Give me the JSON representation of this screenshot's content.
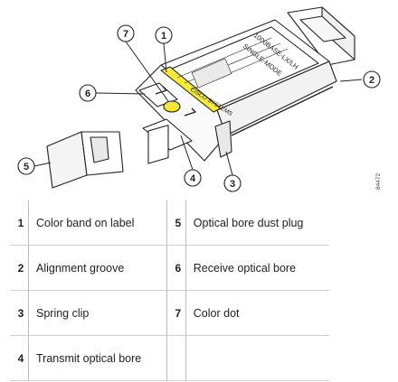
{
  "figure": {
    "callouts": [
      "1",
      "2",
      "3",
      "4",
      "5",
      "6",
      "7"
    ],
    "label_text_lines": [
      "1000BASE-LX/LH",
      "SINGLE-MODE",
      "CISCO SYSTEMS"
    ],
    "figure_id": "84472",
    "colors": {
      "color_band": "#f4ea3a",
      "color_dot": "#f5e63a",
      "line": "#222222",
      "body": "#ffffff"
    }
  },
  "legend": {
    "items": [
      {
        "num": "1",
        "label": "Color band on label"
      },
      {
        "num": "5",
        "label": "Optical bore dust plug"
      },
      {
        "num": "2",
        "label": "Alignment groove"
      },
      {
        "num": "6",
        "label": "Receive optical bore"
      },
      {
        "num": "3",
        "label": "Spring clip"
      },
      {
        "num": "7",
        "label": "Color dot"
      },
      {
        "num": "4",
        "label": "Transmit optical bore"
      }
    ]
  }
}
